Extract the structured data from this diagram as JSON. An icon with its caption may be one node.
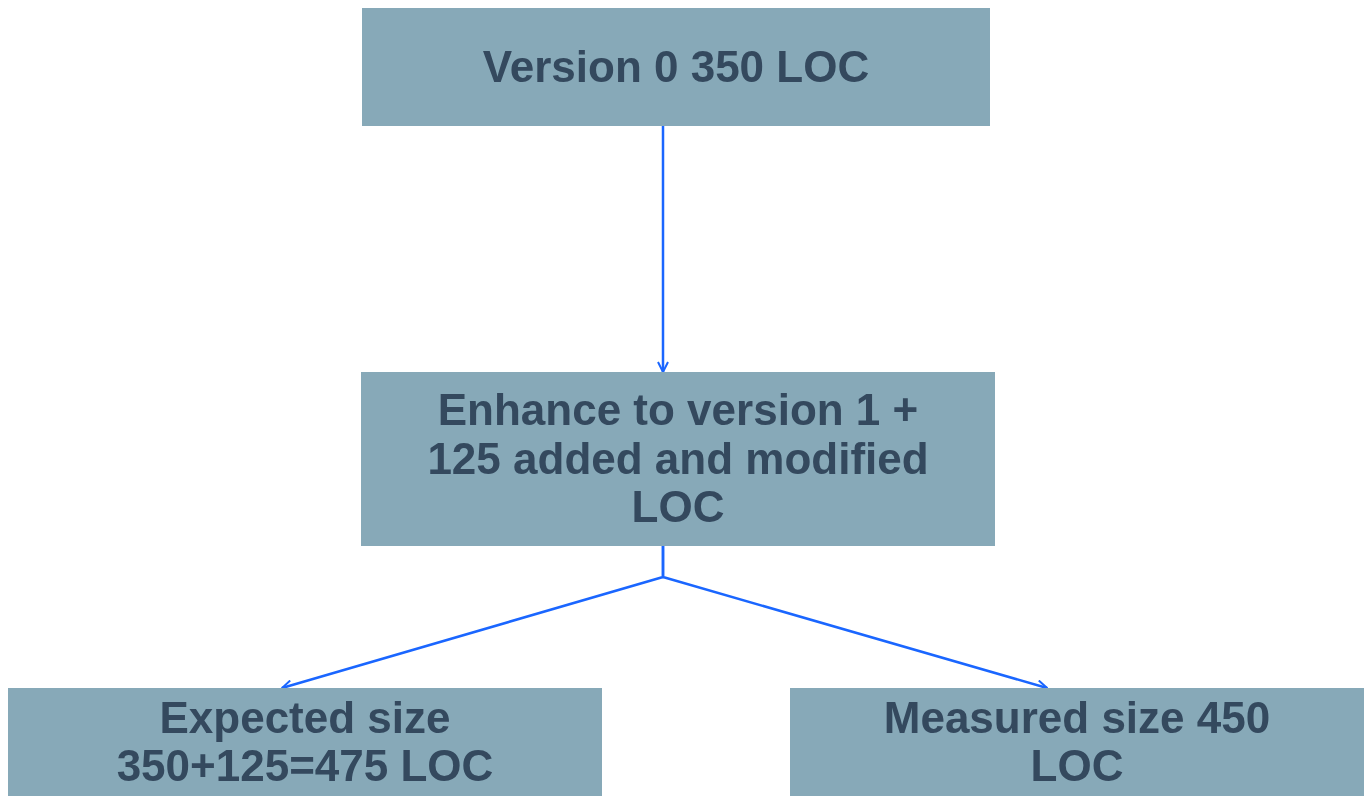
{
  "diagram": {
    "nodes": [
      {
        "text": [
          "Version 0 350 LOC"
        ]
      },
      {
        "text": [
          "Enhance to version 1 + 125 added and modified LOC"
        ]
      },
      {
        "text": [
          "Expected size 350+125=475 LOC"
        ]
      },
      {
        "text": [
          "Measured size 450 LOC"
        ]
      }
    ],
    "edges": [
      {
        "from": 0,
        "to": 1,
        "arrow": "to"
      },
      {
        "from": 1,
        "to": 2,
        "arrow": "to"
      },
      {
        "from": 1,
        "to": 3,
        "arrow": "to"
      }
    ]
  }
}
